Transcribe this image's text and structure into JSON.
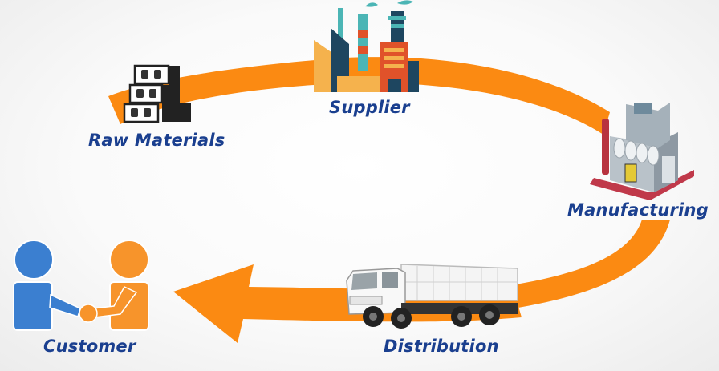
{
  "diagram": {
    "type": "cycle-flow",
    "title": "Supply chain",
    "colors": {
      "arrow": "#fb8a12",
      "label": "#1a3f8f",
      "customer_blue": "#3b7fd0",
      "customer_orange": "#f7942b"
    },
    "stages": [
      {
        "id": "raw-materials",
        "label": "Raw Materials",
        "icon": "bricks-icon"
      },
      {
        "id": "supplier",
        "label": "Supplier",
        "icon": "factory-icon"
      },
      {
        "id": "manufacturing",
        "label": "Manufacturing",
        "icon": "plant-building-icon"
      },
      {
        "id": "distribution",
        "label": "Distribution",
        "icon": "dump-truck-icon"
      },
      {
        "id": "customer",
        "label": "Customer",
        "icon": "handshake-icon"
      }
    ],
    "flow": [
      "Raw Materials",
      "Supplier",
      "Manufacturing",
      "Distribution",
      "Customer"
    ]
  }
}
